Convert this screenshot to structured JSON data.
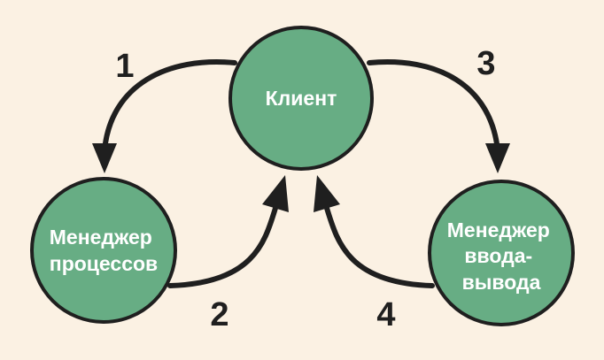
{
  "colors": {
    "background": "#fbf1e3",
    "node_fill": "#67ad84",
    "node_stroke": "#1f1f1f",
    "node_text": "#ffffff",
    "arrow": "#1f1f1f"
  },
  "nodes": {
    "client": {
      "lines": [
        "Клиент"
      ]
    },
    "process_manager": {
      "lines": [
        "Менеджер",
        "процессов"
      ]
    },
    "io_manager": {
      "lines": [
        "Менеджер",
        "ввода-",
        "вывода"
      ]
    }
  },
  "edges": [
    {
      "label": "1",
      "from": "client",
      "to": "process_manager"
    },
    {
      "label": "2",
      "from": "process_manager",
      "to": "client"
    },
    {
      "label": "3",
      "from": "client",
      "to": "io_manager"
    },
    {
      "label": "4",
      "from": "io_manager",
      "to": "client"
    }
  ]
}
